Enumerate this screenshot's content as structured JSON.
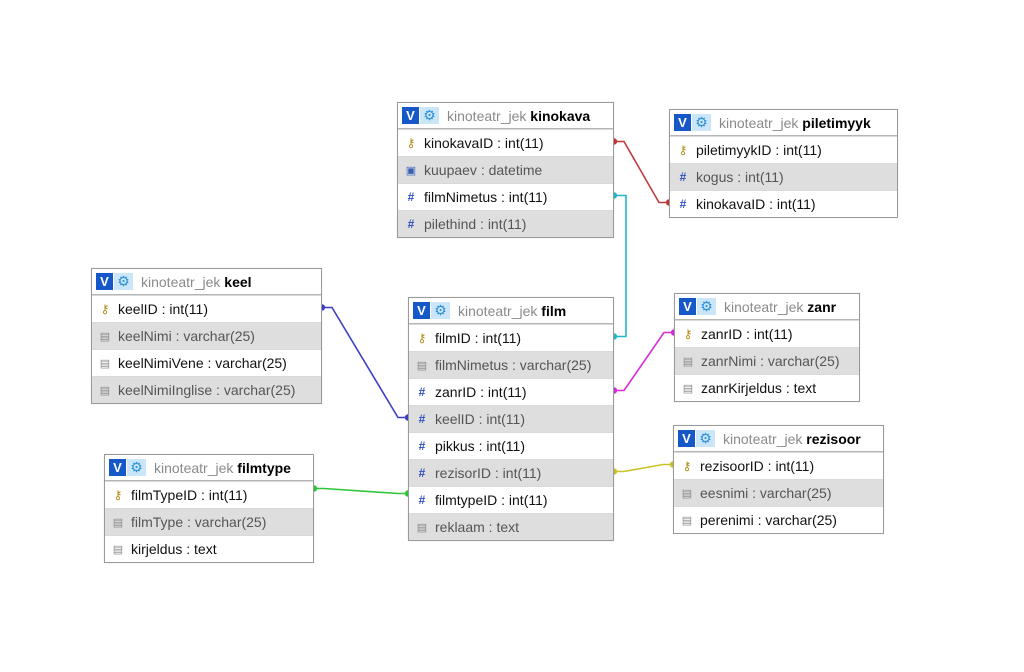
{
  "db_prefix": "kinoteatr_jek",
  "table_buttons": {
    "view_label": "V",
    "gear_glyph": "⚙"
  },
  "colors": {
    "header_button": "#1658c7",
    "link_kinokava_piletimyyk": "#c0393b",
    "link_film_kinokava": "#20b7c9",
    "link_film_keel": "#3a3fc4",
    "link_film_zanr": "#d62ad8",
    "link_film_rezisoor": "#c9c22a",
    "link_film_filmtype": "#2fc53a"
  },
  "tables": [
    {
      "id": "kinokava",
      "name": "kinokava",
      "columns": [
        {
          "label": "kinokavaID : int(11)",
          "icon": "key-icon"
        },
        {
          "label": "kuupaev : datetime",
          "icon": "date-icon"
        },
        {
          "label": "filmNimetus : int(11)",
          "icon": "number-icon"
        },
        {
          "label": "pilethind : int(11)",
          "icon": "number-icon"
        }
      ]
    },
    {
      "id": "piletimyyk",
      "name": "piletimyyk",
      "columns": [
        {
          "label": "piletimyykID : int(11)",
          "icon": "key-icon"
        },
        {
          "label": "kogus : int(11)",
          "icon": "number-icon"
        },
        {
          "label": "kinokavaID : int(11)",
          "icon": "number-icon"
        }
      ]
    },
    {
      "id": "keel",
      "name": "keel",
      "columns": [
        {
          "label": "keelID : int(11)",
          "icon": "key-icon"
        },
        {
          "label": "keelNimi : varchar(25)",
          "icon": "text-icon"
        },
        {
          "label": "keelNimiVene : varchar(25)",
          "icon": "text-icon"
        },
        {
          "label": "keelNimiInglise : varchar(25)",
          "icon": "text-icon"
        }
      ]
    },
    {
      "id": "film",
      "name": "film",
      "columns": [
        {
          "label": "filmID : int(11)",
          "icon": "key-icon"
        },
        {
          "label": "filmNimetus : varchar(25)",
          "icon": "text-icon"
        },
        {
          "label": "zanrID : int(11)",
          "icon": "number-icon"
        },
        {
          "label": "keelID : int(11)",
          "icon": "number-icon"
        },
        {
          "label": "pikkus : int(11)",
          "icon": "number-icon"
        },
        {
          "label": "rezisorID : int(11)",
          "icon": "number-icon"
        },
        {
          "label": "filmtypeID : int(11)",
          "icon": "number-icon"
        },
        {
          "label": "reklaam : text",
          "icon": "text-icon"
        }
      ]
    },
    {
      "id": "zanr",
      "name": "zanr",
      "columns": [
        {
          "label": "zanrID : int(11)",
          "icon": "key-icon"
        },
        {
          "label": "zanrNimi : varchar(25)",
          "icon": "text-icon"
        },
        {
          "label": "zanrKirjeldus : text",
          "icon": "text-icon"
        }
      ]
    },
    {
      "id": "filmtype",
      "name": "filmtype",
      "columns": [
        {
          "label": "filmTypeID : int(11)",
          "icon": "key-icon"
        },
        {
          "label": "filmType : varchar(25)",
          "icon": "text-icon"
        },
        {
          "label": "kirjeldus : text",
          "icon": "text-icon"
        }
      ]
    },
    {
      "id": "rezisoor",
      "name": "rezisoor",
      "columns": [
        {
          "label": "rezisoorID : int(11)",
          "icon": "key-icon"
        },
        {
          "label": "eesnimi : varchar(25)",
          "icon": "text-icon"
        },
        {
          "label": "perenimi : varchar(25)",
          "icon": "text-icon"
        }
      ]
    }
  ]
}
